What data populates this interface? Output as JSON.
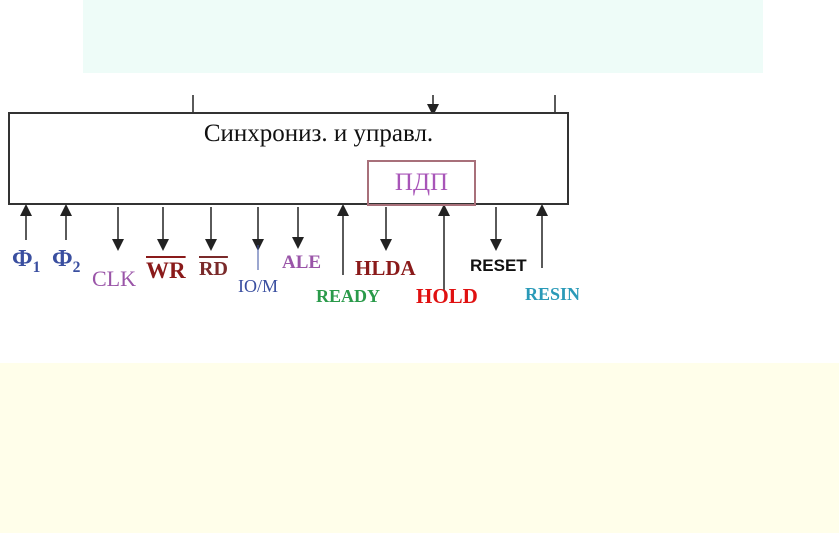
{
  "diagram": {
    "block_title": "Синхрониз. и управл.",
    "dma_label": "ПДП",
    "signals": {
      "phi1": {
        "base": "Ф",
        "sub": "1",
        "color": "#3a4fa0"
      },
      "phi2": {
        "base": "Ф",
        "sub": "2",
        "color": "#3a4fa0"
      },
      "clk": {
        "label": "CLK",
        "color": "#9a55a8"
      },
      "wr": {
        "label": "WR",
        "color": "#8a1a1a"
      },
      "rd": {
        "label": "RD",
        "color": "#7a2a2a"
      },
      "iom": {
        "label": "IO/M",
        "color": "#3a4fa0"
      },
      "ale": {
        "label": "ALE",
        "color": "#9a55a8"
      },
      "ready": {
        "label": "READY",
        "color": "#2a9a4a"
      },
      "hlda": {
        "label": "HLDA",
        "color": "#8a1a1a"
      },
      "hold": {
        "label": "HOLD",
        "color": "#e01010"
      },
      "reset": {
        "label": "RESET",
        "color": "#111111"
      },
      "resin": {
        "label": "RESIN",
        "color": "#2a9ab8"
      }
    }
  }
}
